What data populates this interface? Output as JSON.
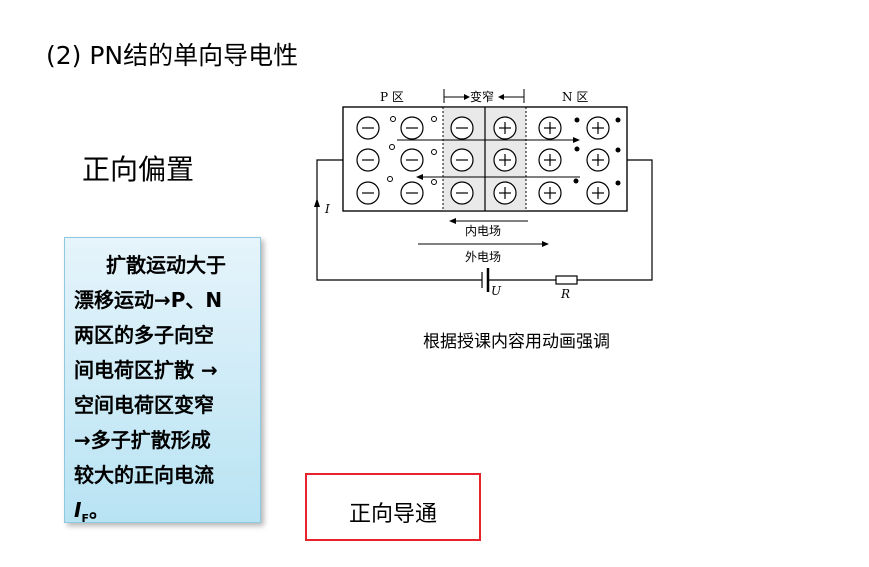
{
  "slide": {
    "title": "(2) PN结的单向导电性",
    "subtitle": "正向偏置",
    "info_box": {
      "lines": [
        "扩散运动大于",
        "漂移运动→P、N",
        "两区的多子向空",
        "间电荷区扩散 →",
        "空间电荷区变窄",
        "→多子扩散形成",
        "较大的正向电流"
      ],
      "current_symbol": "I",
      "current_subscript": "F",
      "current_suffix": "。"
    },
    "caption": "根据授课内容用动画强调",
    "result_box_text": "正向导通"
  },
  "diagram": {
    "p_region": "P 区",
    "n_region": "N 区",
    "narrow_label": "变窄",
    "inner_field": "内电场",
    "outer_field": "外电场",
    "current_label": "I",
    "voltage_label": "U",
    "resistor_label": "R",
    "minus_symbol": "−",
    "plus_symbol": "+"
  },
  "colors": {
    "accent_red": "#e8232b",
    "box_fill": "#cfeef9"
  }
}
